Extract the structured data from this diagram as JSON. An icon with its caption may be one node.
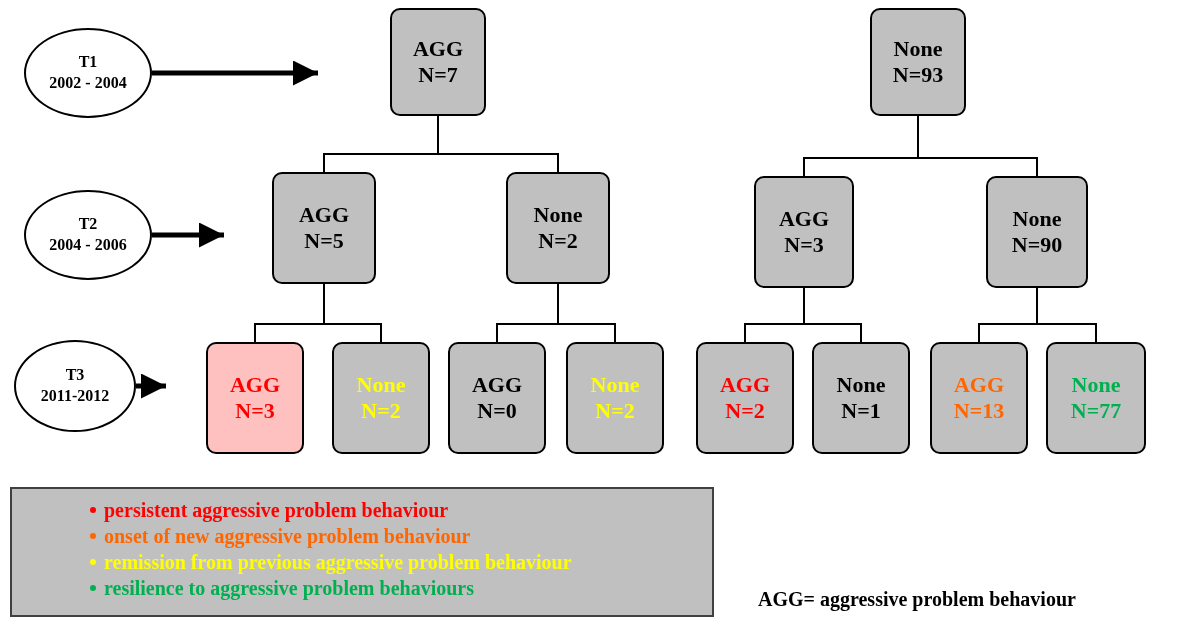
{
  "diagram": {
    "nodes": [
      {
        "text": [
          "T1",
          "2002 - 2004"
        ]
      },
      {
        "text": [
          "AGG",
          "N=7"
        ]
      },
      {
        "text": [
          "None",
          "N=93"
        ]
      },
      {
        "text": [
          "T2",
          "2004 - 2006"
        ]
      },
      {
        "text": [
          "AGG",
          "N=5"
        ]
      },
      {
        "text": [
          "None",
          "N=2"
        ]
      },
      {
        "text": [
          "AGG",
          "N=3"
        ]
      },
      {
        "text": [
          "None",
          "N=90"
        ]
      },
      {
        "text": [
          "T3",
          "2011-2012"
        ]
      },
      {
        "text": [
          "AGG",
          "N=3"
        ]
      },
      {
        "text": [
          "None",
          "N=2"
        ]
      },
      {
        "text": [
          "AGG",
          "N=0"
        ]
      },
      {
        "text": [
          "None",
          "N=2"
        ]
      },
      {
        "text": [
          "AGG",
          "N=2"
        ]
      },
      {
        "text": [
          "None",
          "N=1"
        ]
      },
      {
        "text": [
          "AGG",
          "N=13"
        ]
      },
      {
        "text": [
          "None",
          "N=77"
        ]
      }
    ],
    "edges": [
      {
        "from": 0,
        "to": null,
        "arrow": "to",
        "style": "thick"
      },
      {
        "from": 1,
        "to": 4,
        "arrow": "none"
      },
      {
        "from": 1,
        "to": 5,
        "arrow": "none"
      },
      {
        "from": 2,
        "to": 6,
        "arrow": "none"
      },
      {
        "from": 2,
        "to": 7,
        "arrow": "none"
      },
      {
        "from": 3,
        "to": null,
        "arrow": "to",
        "style": "thick"
      },
      {
        "from": 4,
        "to": 9,
        "arrow": "none"
      },
      {
        "from": 4,
        "to": 10,
        "arrow": "none"
      },
      {
        "from": 5,
        "to": 11,
        "arrow": "none"
      },
      {
        "from": 5,
        "to": 12,
        "arrow": "none"
      },
      {
        "from": 6,
        "to": 13,
        "arrow": "none"
      },
      {
        "from": 6,
        "to": 14,
        "arrow": "none"
      },
      {
        "from": 7,
        "to": 15,
        "arrow": "none"
      },
      {
        "from": 7,
        "to": 16,
        "arrow": "none"
      },
      {
        "from": 8,
        "to": null,
        "arrow": "to",
        "style": "thick"
      }
    ],
    "labels": [
      "AGG= aggressive problem behaviour"
    ],
    "legend": [
      {
        "text": "persistent aggressive problem behaviour",
        "color": "#ff0000"
      },
      {
        "text": "onset of new aggressive problem behaviour",
        "color": "#ff6600"
      },
      {
        "text": "remission from previous aggressive problem behaviour",
        "color": "#ffff00"
      },
      {
        "text": "resilience to aggressive problem behaviours",
        "color": "#00b050"
      }
    ]
  }
}
